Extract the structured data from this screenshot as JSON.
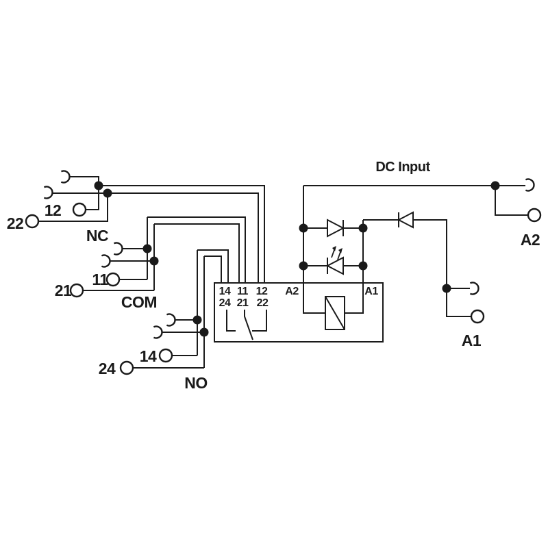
{
  "title": {
    "dc_input": "DC Input"
  },
  "groups": {
    "nc": {
      "label": "NC",
      "terminal_top": "12",
      "terminal_bottom": "22"
    },
    "com": {
      "label": "COM",
      "terminal_top": "11",
      "terminal_bottom": "21"
    },
    "no": {
      "label": "NO",
      "terminal_top": "14",
      "terminal_bottom": "24"
    }
  },
  "relay_box": {
    "row1": [
      "14",
      "11",
      "12"
    ],
    "row2": [
      "24",
      "21",
      "22"
    ],
    "coil_a2": "A2",
    "coil_a1": "A1"
  },
  "coil_terminals": {
    "a2": "A2",
    "a1": "A1"
  },
  "colors": {
    "ink": "#1a1a1a",
    "background": "#ffffff"
  }
}
